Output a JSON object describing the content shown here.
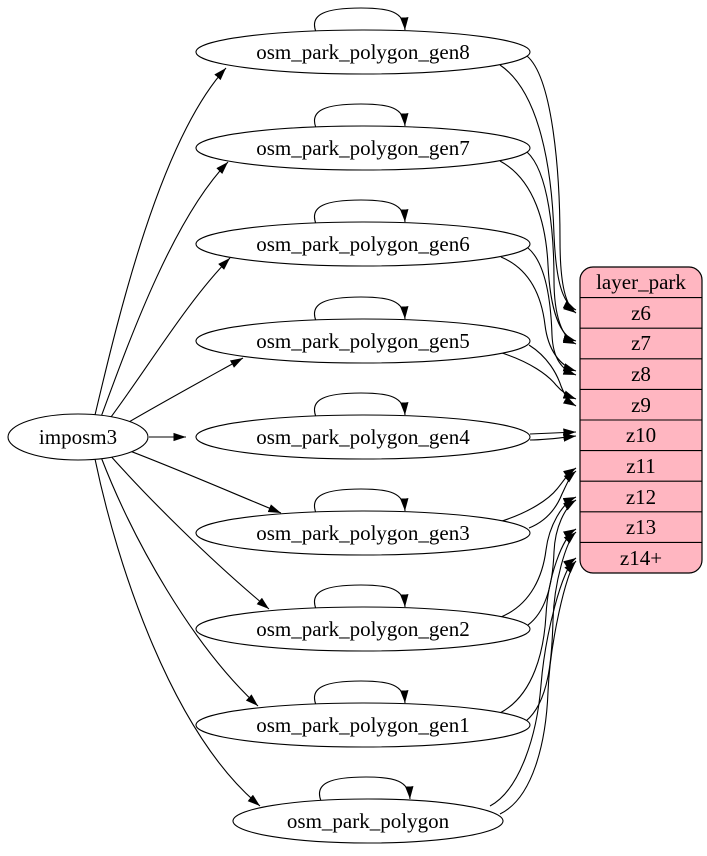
{
  "diagram": {
    "kind": "etl-dependency-graph",
    "imposm3": {
      "label": "imposm3"
    },
    "tables": [
      {
        "label": "osm_park_polygon_gen8"
      },
      {
        "label": "osm_park_polygon_gen7"
      },
      {
        "label": "osm_park_polygon_gen6"
      },
      {
        "label": "osm_park_polygon_gen5"
      },
      {
        "label": "osm_park_polygon_gen4"
      },
      {
        "label": "osm_park_polygon_gen3"
      },
      {
        "label": "osm_park_polygon_gen2"
      },
      {
        "label": "osm_park_polygon_gen1"
      },
      {
        "label": "osm_park_polygon"
      }
    ],
    "layer": {
      "title": "layer_park",
      "rows": [
        "z6",
        "z7",
        "z8",
        "z9",
        "z10",
        "z11",
        "z12",
        "z13",
        "z14+"
      ]
    },
    "colors": {
      "layer_fill": "#ffb6c1",
      "node_fill": "#ffffff",
      "line": "#000000"
    },
    "connections": {
      "imposm3_feeds": [
        "osm_park_polygon_gen8",
        "osm_park_polygon_gen7",
        "osm_park_polygon_gen6",
        "osm_park_polygon_gen5",
        "osm_park_polygon_gen4",
        "osm_park_polygon_gen3",
        "osm_park_polygon_gen2",
        "osm_park_polygon_gen1",
        "osm_park_polygon"
      ],
      "self_loops": [
        "osm_park_polygon_gen8",
        "osm_park_polygon_gen7",
        "osm_park_polygon_gen6",
        "osm_park_polygon_gen5",
        "osm_park_polygon_gen4",
        "osm_park_polygon_gen3",
        "osm_park_polygon_gen2",
        "osm_park_polygon_gen1",
        "osm_park_polygon"
      ],
      "zoom_mapping": [
        {
          "from": "osm_park_polygon_gen8",
          "row": "z6",
          "edges": 2
        },
        {
          "from": "osm_park_polygon_gen7",
          "row": "z7",
          "edges": 2
        },
        {
          "from": "osm_park_polygon_gen6",
          "row": "z8",
          "edges": 2
        },
        {
          "from": "osm_park_polygon_gen5",
          "row": "z9",
          "edges": 2
        },
        {
          "from": "osm_park_polygon_gen4",
          "row": "z10",
          "edges": 2
        },
        {
          "from": "osm_park_polygon_gen3",
          "row": "z11",
          "edges": 2
        },
        {
          "from": "osm_park_polygon_gen2",
          "row": "z12",
          "edges": 2
        },
        {
          "from": "osm_park_polygon_gen1",
          "row": "z13",
          "edges": 2
        },
        {
          "from": "osm_park_polygon",
          "row": "z14+",
          "edges": 2
        }
      ]
    }
  }
}
